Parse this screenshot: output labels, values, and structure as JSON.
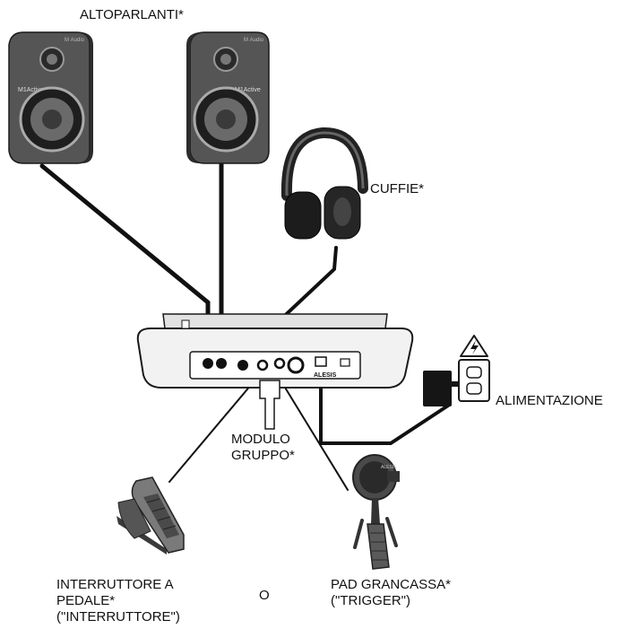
{
  "labels": {
    "speakers": "ALTOPARLANTI*",
    "headphones": "CUFFIE*",
    "power": "ALIMENTAZIONE",
    "module_line1": "MODULO",
    "module_line2": "GRUPPO*",
    "pedal_line1": "INTERRUTTORE A",
    "pedal_line2": "PEDALE*",
    "pedal_line3": "(\"INTERRUTTORE\")",
    "or": "O",
    "kick_line1": "PAD GRANCASSA*",
    "kick_line2": "(\"TRIGGER\")"
  },
  "speaker_brand": "M Audio",
  "speaker_model": "M1Active",
  "module_brand": "ALESIS",
  "colors": {
    "speaker_body": "#5a5a5a",
    "speaker_face": "#8a8a8a",
    "cable": "#111111",
    "module_body": "#f2f2f2",
    "outline": "#1a1a1a",
    "adapter": "#151515"
  }
}
